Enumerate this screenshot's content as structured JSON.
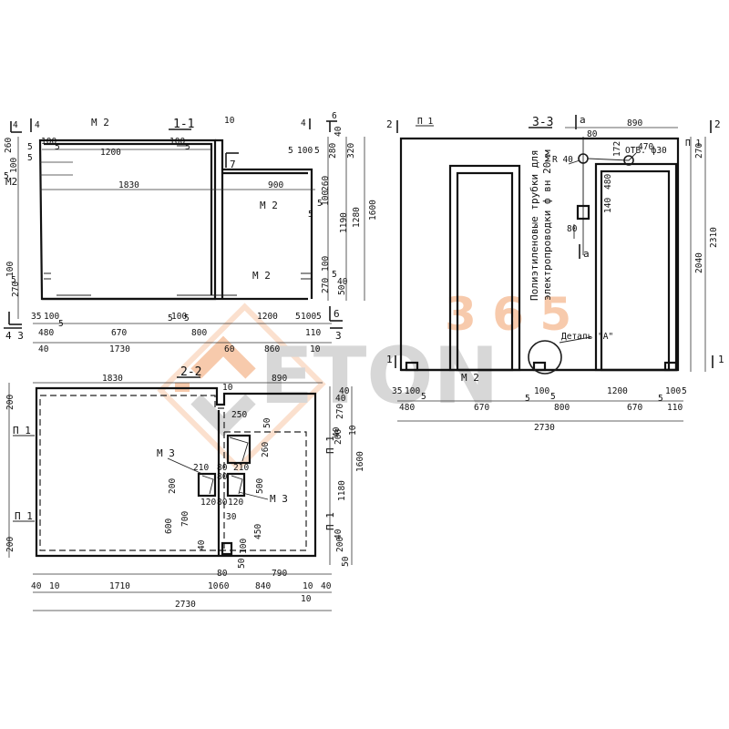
{
  "sections": {
    "s11": {
      "title": "1-1",
      "label_m2_top": "M 2",
      "label_m2_left": "M2",
      "label_m2_bottom": "M 2",
      "label_m2_right": "M 2"
    },
    "s22": {
      "title": "2-2",
      "label_m3_a": "M 3",
      "label_m3_b": "M 3",
      "label_p1_a": "П 1",
      "label_p1_b": "П 1",
      "label_p1_c": "П 1",
      "label_p1_d": "П 1"
    },
    "s33": {
      "title": "3-3",
      "label_p1_a": "П 1",
      "label_p1_b": "П 1",
      "label_m2": "M 2",
      "label_a_top": "a",
      "label_a_mid": "a",
      "label_r40": "R 40",
      "label_hole": "ОТВ. ф30",
      "label_detail": "Деталь \"A\"",
      "vertical_note_1": "Полиэтиленовые трубки для",
      "vertical_note_2": "электропроводки ф вн 20мм"
    }
  },
  "markers": {
    "m4a": "4",
    "m4b": "4",
    "m43": "4 3",
    "m6": "6",
    "m6b": "6",
    "m7": "7",
    "m3": "3",
    "m2a": "2",
    "m2b": "2",
    "m1a": "1",
    "m1b": "1"
  },
  "dims_11": {
    "top_1200": "1200",
    "top_5a": "5",
    "top_100a": "100",
    "top_5b": "5",
    "top_100b": "100",
    "top_5c": "5",
    "top_10": "10",
    "mid_1830": "1830",
    "mid_900": "900",
    "mid_5": "5",
    "mid_100": "100",
    "mid_5b": "5",
    "left_260": "260",
    "left_5": "5",
    "left_100": "100",
    "left_5b": "5",
    "left_270": "270",
    "left_100b": "100",
    "left_5c": "5",
    "right_320": "320",
    "right_280": "280",
    "right_40": "40",
    "right_260": "260",
    "right_5": "5",
    "right_100": "100",
    "right_5b": "5",
    "right_1190": "1190",
    "right_1280": "1280",
    "right_1600": "1600",
    "right_270": "270",
    "right_100b": "100",
    "right_5c": "5",
    "right_50": "50",
    "right_40b": "40",
    "bot_35": "35",
    "bot_100": "100",
    "bot_5": "5",
    "bot_480": "480",
    "bot_670": "670",
    "bot_5b": "5",
    "bot_100b": "100",
    "bot_5c": "5",
    "bot_800": "800",
    "bot_1200": "1200",
    "bot_5d": "5",
    "bot_100c": "100",
    "bot_5e": "5",
    "bot_110": "110",
    "bot2_40": "40",
    "bot2_1730": "1730",
    "bot2_60": "60",
    "bot2_860": "860",
    "bot2_10": "10"
  },
  "dims_22": {
    "top_1830": "1830",
    "top_890": "890",
    "top_10": "10",
    "top_40": "40",
    "left_200": "200",
    "left_200b": "200",
    "right_270": "270",
    "right_40": "40",
    "right_10": "10",
    "right_200": "200",
    "right_40b": "40",
    "right_1180": "1180",
    "right_1600": "1600",
    "right_200b": "200",
    "right_40c": "40",
    "right_50": "50",
    "in_250": "250",
    "in_50": "50",
    "in_260": "260",
    "in_80": "80",
    "in_210": "210",
    "in_80b": "80",
    "in_210b": "210",
    "in_200": "200",
    "in_120": "120",
    "in_80c": "80",
    "in_120b": "120",
    "in_500": "500",
    "in_30": "30",
    "in_600": "600",
    "in_700": "700",
    "in_450": "450",
    "in_40": "40",
    "in_100": "100",
    "in_50b": "50",
    "bot_40": "40",
    "bot_10": "10",
    "bot_1710": "1710",
    "bot_10b": "10",
    "bot_80": "80",
    "bot_790": "790",
    "bot_60": "60",
    "bot_840": "840",
    "bot_10c": "10",
    "bot_40b": "40",
    "bot_10d": "10",
    "bot_2730": "2730"
  },
  "dims_33": {
    "top_890": "890",
    "top_80": "80",
    "top_470": "470",
    "top_172": "172",
    "right_270": "270",
    "right_2310": "2310",
    "right_2040": "2040",
    "in_480": "480",
    "in_140": "140",
    "in_80": "80",
    "bot_35": "35",
    "bot_100": "100",
    "bot_5": "5",
    "bot_480": "480",
    "bot_670": "670",
    "bot_5b": "5",
    "bot_100b": "100",
    "bot_5c": "5",
    "bot_800": "800",
    "bot_1200": "1200",
    "bot_670b": "670",
    "bot_5d": "5",
    "bot_100c": "100",
    "bot_5e": "5",
    "bot_110": "110",
    "bot_2730": "2730"
  },
  "watermark": {
    "number": "3 6 5",
    "brand": "ETON",
    "color_orange": "#f2a06a",
    "color_gray": "#b8b8b8"
  }
}
